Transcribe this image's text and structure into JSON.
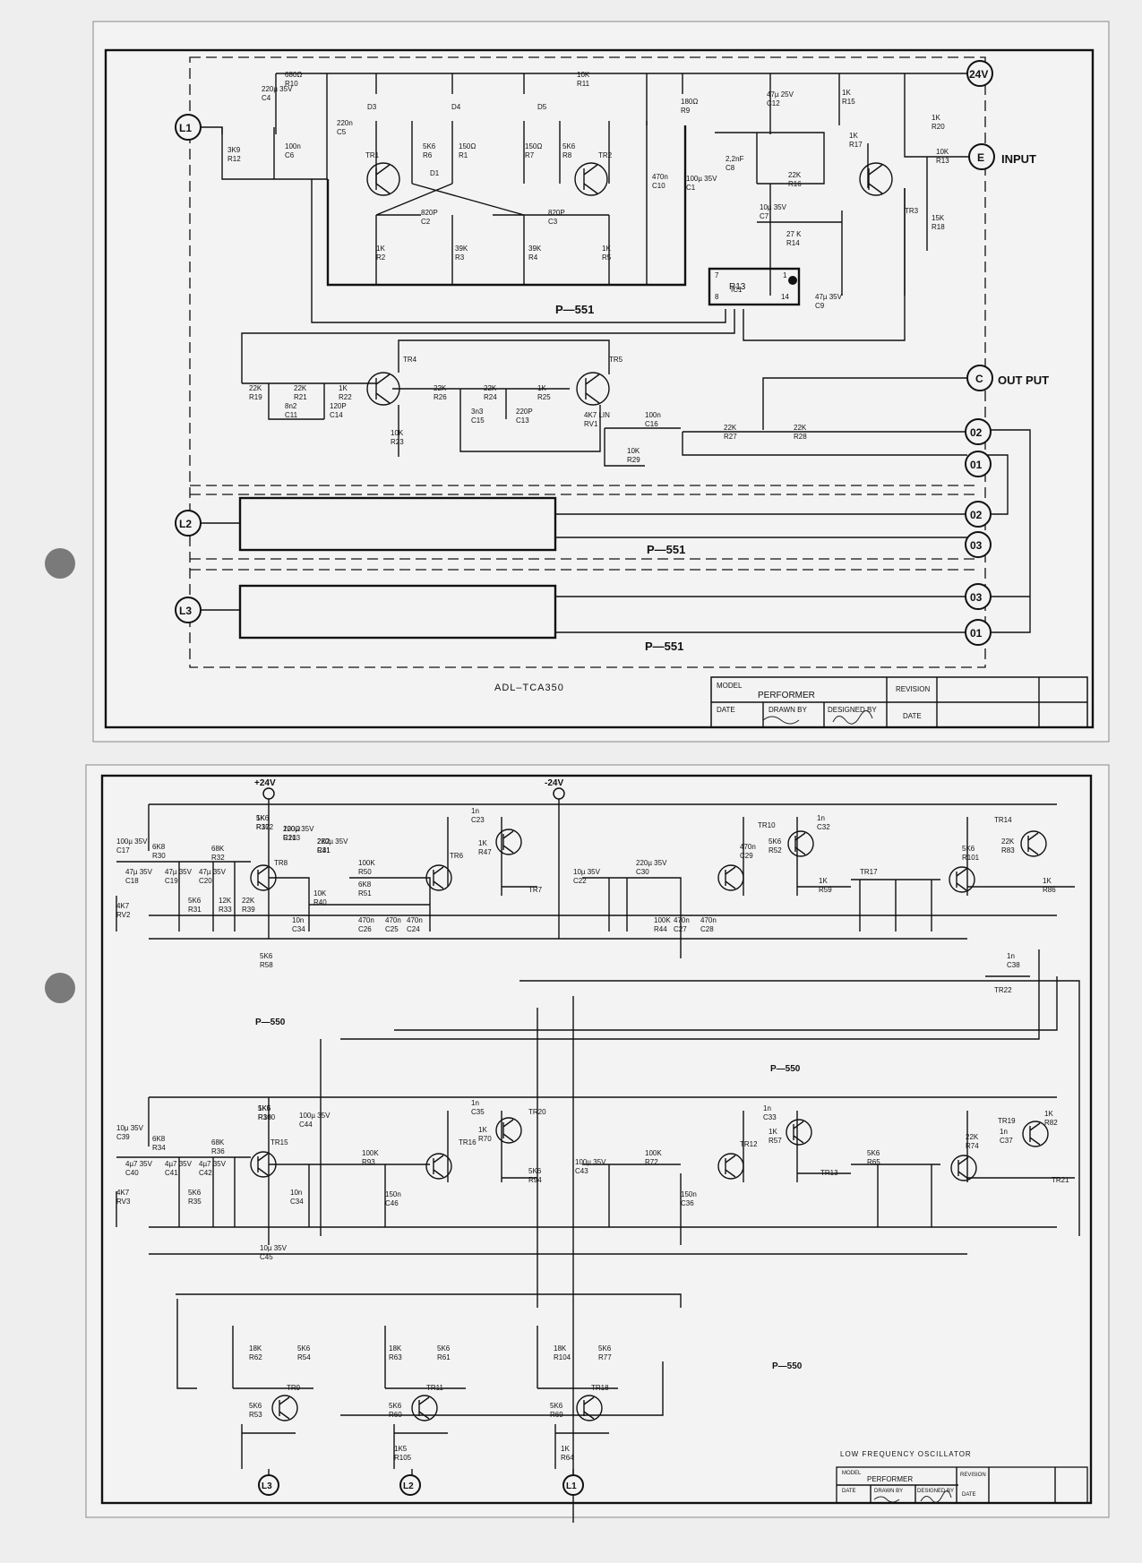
{
  "top": {
    "terminals": {
      "L1": "L1",
      "L2": "L2",
      "L3": "L3",
      "V24": "24V",
      "E": "E",
      "C": "C",
      "O2a": "02",
      "O1a": "01",
      "O2b": "02",
      "O3a": "03",
      "O3b": "03",
      "O1b": "01"
    },
    "input_label": "INPUT",
    "output_label": "OUT PUT",
    "board_label": "P—551",
    "model_code": "ADL–TCA350",
    "components": [
      {
        "id": "R10",
        "val": "680Ω"
      },
      {
        "id": "C4",
        "val": "220µ 35V"
      },
      {
        "id": "R12",
        "val": "3K9"
      },
      {
        "id": "C6",
        "val": "100n"
      },
      {
        "id": "C5",
        "val": "220n"
      },
      {
        "id": "D3",
        "val": ""
      },
      {
        "id": "D4",
        "val": ""
      },
      {
        "id": "D5",
        "val": ""
      },
      {
        "id": "R11",
        "val": "10K"
      },
      {
        "id": "R9",
        "val": "180Ω"
      },
      {
        "id": "R6",
        "val": "5K6"
      },
      {
        "id": "R1",
        "val": "150Ω"
      },
      {
        "id": "R7",
        "val": "150Ω"
      },
      {
        "id": "R8",
        "val": "5K6"
      },
      {
        "id": "TR1",
        "val": ""
      },
      {
        "id": "TR2",
        "val": ""
      },
      {
        "id": "D1",
        "val": ""
      },
      {
        "id": "C2",
        "val": "820P"
      },
      {
        "id": "C3",
        "val": "820P"
      },
      {
        "id": "R2",
        "val": "1K"
      },
      {
        "id": "R3",
        "val": "39K"
      },
      {
        "id": "R4",
        "val": "39K"
      },
      {
        "id": "R5",
        "val": "1K"
      },
      {
        "id": "C10",
        "val": "470n"
      },
      {
        "id": "C1",
        "val": "100µ 35V"
      },
      {
        "id": "C12",
        "val": "47µ 25V"
      },
      {
        "id": "C8",
        "val": "2,2nF"
      },
      {
        "id": "R16",
        "val": "22K"
      },
      {
        "id": "R15",
        "val": "1K"
      },
      {
        "id": "R17",
        "val": "1K"
      },
      {
        "id": "R20",
        "val": "1K"
      },
      {
        "id": "R13",
        "val": "10K"
      },
      {
        "id": "TR3",
        "val": ""
      },
      {
        "id": "R18",
        "val": "15K"
      },
      {
        "id": "C7",
        "val": "10µ 35V"
      },
      {
        "id": "R14",
        "val": "27 K"
      },
      {
        "id": "IC1",
        "val": ""
      },
      {
        "id": "C9",
        "val": "47µ 35V"
      },
      {
        "id": "R19",
        "val": "22K"
      },
      {
        "id": "R21",
        "val": "22K"
      },
      {
        "id": "R22",
        "val": "1K"
      },
      {
        "id": "C11",
        "val": "8n2"
      },
      {
        "id": "C14",
        "val": "120P"
      },
      {
        "id": "TR4",
        "val": ""
      },
      {
        "id": "R23",
        "val": "10K"
      },
      {
        "id": "R26",
        "val": "22K"
      },
      {
        "id": "R24",
        "val": "22K"
      },
      {
        "id": "R25",
        "val": "1K"
      },
      {
        "id": "C15",
        "val": "3n3"
      },
      {
        "id": "C13",
        "val": "220P"
      },
      {
        "id": "TR5",
        "val": ""
      },
      {
        "id": "RV1",
        "val": "4K7 LIN"
      },
      {
        "id": "C16",
        "val": "100n"
      },
      {
        "id": "R29",
        "val": "10K"
      },
      {
        "id": "R27",
        "val": "22K"
      },
      {
        "id": "R28",
        "val": "22K"
      }
    ],
    "title_block": {
      "model_label": "MODEL",
      "model": "PERFORMER",
      "revision": "REVISION",
      "date": "DATE",
      "drawn_by": "DRAWN BY",
      "designed_by": "DESIGNED BY",
      "date2": "DATE"
    }
  },
  "bottom": {
    "supply_pos": "+24V",
    "supply_neg": "-24V",
    "board_label": "P—550",
    "title": "LOW FREQUENCY OSCILLATOR",
    "terminals": {
      "L3": "L3",
      "L2": "L2",
      "L1": "L1"
    },
    "row1": [
      {
        "id": "R37",
        "val": "1K"
      },
      {
        "id": "C21",
        "val": "220µ 35V"
      },
      {
        "id": "R41",
        "val": "2K2"
      },
      {
        "id": "TR8",
        "val": ""
      },
      {
        "id": "C17",
        "val": "100µ 35V"
      },
      {
        "id": "R30",
        "val": "6K8"
      },
      {
        "id": "C18",
        "val": "47µ 35V"
      },
      {
        "id": "C19",
        "val": "47µ 35V"
      },
      {
        "id": "C20",
        "val": "47µ 35V"
      },
      {
        "id": "R32",
        "val": "68K"
      },
      {
        "id": "RV2",
        "val": "4K7"
      },
      {
        "id": "R31",
        "val": "5K6"
      },
      {
        "id": "R33",
        "val": "12K"
      },
      {
        "id": "R39",
        "val": "22K"
      },
      {
        "id": "C34",
        "val": "10n"
      },
      {
        "id": "R40",
        "val": "10K"
      },
      {
        "id": "R50",
        "val": "100K"
      },
      {
        "id": "R51",
        "val": "6K8"
      },
      {
        "id": "C26",
        "val": "470n"
      },
      {
        "id": "C25",
        "val": "470n"
      },
      {
        "id": "C24",
        "val": "470n"
      },
      {
        "id": "TR6",
        "val": ""
      },
      {
        "id": "R47",
        "val": "1K"
      },
      {
        "id": "C23",
        "val": "1n"
      },
      {
        "id": "TR7",
        "val": ""
      },
      {
        "id": "R58",
        "val": "5K6"
      },
      {
        "id": "C22",
        "val": "10µ 35V"
      },
      {
        "id": "C30",
        "val": "220µ 35V"
      },
      {
        "id": "R44",
        "val": "100K"
      },
      {
        "id": "C27",
        "val": "470n"
      },
      {
        "id": "C28",
        "val": "470n"
      },
      {
        "id": "C29",
        "val": "470n"
      },
      {
        "id": "TR10",
        "val": ""
      },
      {
        "id": "R52",
        "val": "5K6"
      },
      {
        "id": "C32",
        "val": "1n"
      },
      {
        "id": "R59",
        "val": "1K"
      },
      {
        "id": "TR17",
        "val": ""
      },
      {
        "id": "R101",
        "val": "5K6"
      },
      {
        "id": "R83",
        "val": "22K"
      },
      {
        "id": "TR14",
        "val": ""
      },
      {
        "id": "R86",
        "val": "1K"
      },
      {
        "id": "C38",
        "val": "1n"
      },
      {
        "id": "TR22",
        "val": ""
      },
      {
        "id": "R102",
        "val": "5K6"
      },
      {
        "id": "R103",
        "val": "100Ω"
      },
      {
        "id": "C31",
        "val": "220µ 35V"
      }
    ],
    "row2": [
      {
        "id": "R38",
        "val": "1K5"
      },
      {
        "id": "C44",
        "val": "100µ 35V"
      },
      {
        "id": "TR15",
        "val": ""
      },
      {
        "id": "C39",
        "val": "10µ 35V"
      },
      {
        "id": "R34",
        "val": "6K8"
      },
      {
        "id": "C40",
        "val": "4µ7 35V"
      },
      {
        "id": "C41",
        "val": "4µ7 35V"
      },
      {
        "id": "C42",
        "val": "4µ7 35V"
      },
      {
        "id": "RV3",
        "val": "4K7"
      },
      {
        "id": "R36",
        "val": "68K"
      },
      {
        "id": "R35",
        "val": "5K6"
      },
      {
        "id": "C34",
        "val": "10n"
      },
      {
        "id": "R93",
        "val": "100K"
      },
      {
        "id": "C46",
        "val": "150n"
      },
      {
        "id": "TR16",
        "val": ""
      },
      {
        "id": "C35",
        "val": "1n"
      },
      {
        "id": "R70",
        "val": "1K"
      },
      {
        "id": "TR20",
        "val": ""
      },
      {
        "id": "R94",
        "val": "5K6"
      },
      {
        "id": "C45",
        "val": "10µ 35V"
      },
      {
        "id": "C43",
        "val": "100µ 35V"
      },
      {
        "id": "R72",
        "val": "100K"
      },
      {
        "id": "C36",
        "val": "150n"
      },
      {
        "id": "TR12",
        "val": ""
      },
      {
        "id": "C33",
        "val": "1n"
      },
      {
        "id": "R57",
        "val": "1K"
      },
      {
        "id": "TR13",
        "val": ""
      },
      {
        "id": "R65",
        "val": "5K6"
      },
      {
        "id": "R74",
        "val": "22K"
      },
      {
        "id": "TR19",
        "val": ""
      },
      {
        "id": "C37",
        "val": "1n"
      },
      {
        "id": "R82",
        "val": "1K"
      },
      {
        "id": "TR21",
        "val": ""
      },
      {
        "id": "R100",
        "val": "5K6"
      }
    ],
    "row3": [
      {
        "id": "R62",
        "val": "18K"
      },
      {
        "id": "R54",
        "val": "5K6"
      },
      {
        "id": "TR9",
        "val": ""
      },
      {
        "id": "R53",
        "val": "5K6"
      },
      {
        "id": "R63",
        "val": "18K"
      },
      {
        "id": "R61",
        "val": "5K6"
      },
      {
        "id": "TR11",
        "val": ""
      },
      {
        "id": "R60",
        "val": "5K6"
      },
      {
        "id": "R105",
        "val": "1K5"
      },
      {
        "id": "R104",
        "val": "18K"
      },
      {
        "id": "R77",
        "val": "5K6"
      },
      {
        "id": "TR18",
        "val": ""
      },
      {
        "id": "R69",
        "val": "5K6"
      },
      {
        "id": "R64",
        "val": "1K"
      }
    ],
    "title_block": {
      "model_label": "MODEL",
      "model": "PERFORMER",
      "revision": "REVISION",
      "date": "DATE",
      "drawn_by": "DRAWN BY",
      "designed_by": "DESIGNED BY",
      "date2": "DATE"
    }
  }
}
